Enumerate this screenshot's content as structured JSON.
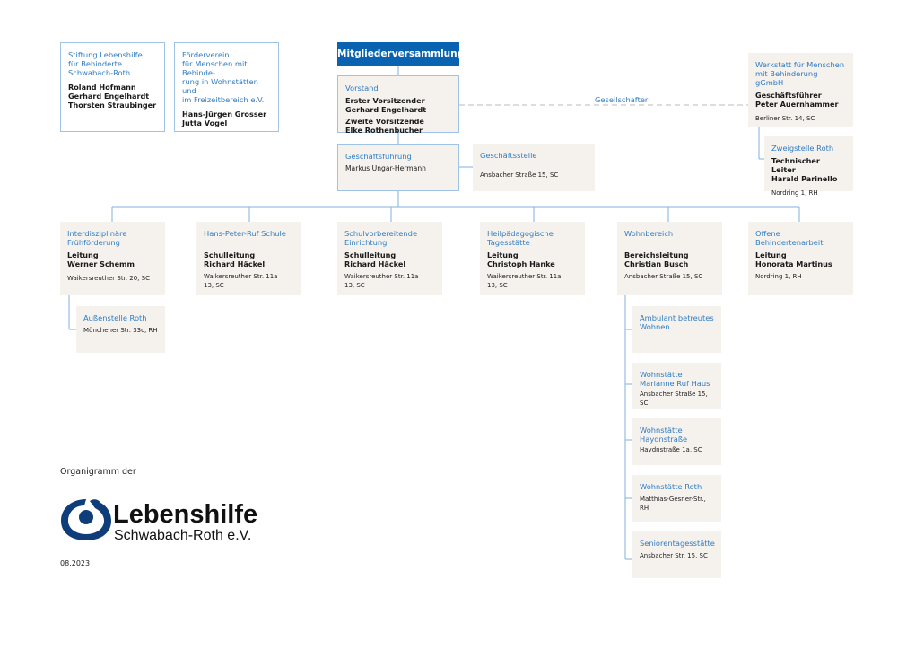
{
  "foundation": {
    "title": [
      "Stiftung Lebenshilfe"
    ],
    "subtitle": [
      "für Behinderte",
      "Schwabach-Roth"
    ],
    "names": [
      "Roland Hofmann",
      "Gerhard Engelhardt",
      "Thorsten Straubinger"
    ]
  },
  "support_club": {
    "title": [
      "Förderverein"
    ],
    "subtitle": [
      "für Menschen mit Behinde-",
      "rung in Wohnstätten und",
      "im Freizeitbereich e.V."
    ],
    "names": [
      "Hans-Jürgen Grosser",
      "Jutta Vogel"
    ]
  },
  "assembly": {
    "label": "Mitgliederversammlung"
  },
  "board": {
    "title": "Vorstand",
    "role1": "Erster Vorsitzender",
    "name1": "Gerhard Engelhardt",
    "role2": "Zweite Vorsitzende",
    "name2": "Elke Rothenbucher"
  },
  "shareholder_label": "Gesellschafter",
  "workshop": {
    "title": [
      "Werkstatt für Menschen",
      "mit Behinderung gGmbH"
    ],
    "role": "Geschäftsführer",
    "name": "Peter Auernhammer",
    "address": "Berliner Str. 14, SC"
  },
  "branch": {
    "title": "Zweigstelle Roth",
    "role": "Technischer Leiter",
    "name": "Harald Parinello",
    "address": "Nordring 1, RH"
  },
  "management": {
    "title": "Geschäftsführung",
    "name": "Markus Ungar-Hermann"
  },
  "office": {
    "title": "Geschäftsstelle",
    "address": "Ansbacher Straße 15, SC"
  },
  "departments": [
    {
      "title": [
        "Interdisziplinäre",
        "Frühförderung"
      ],
      "role": "Leitung",
      "name": "Werner Schemm",
      "address": "Waikersreuther Str. 20, SC"
    },
    {
      "title": [
        "Hans-Peter-Ruf Schule"
      ],
      "role": "Schulleitung",
      "name": "Richard Häckel",
      "address": "Waikersreuther Str. 11a – 13, SC"
    },
    {
      "title": [
        "Schulvorbereitende",
        "Einrichtung"
      ],
      "role": "Schulleitung",
      "name": "Richard Häckel",
      "address": "Waikersreuther Str. 11a – 13, SC"
    },
    {
      "title": [
        "Heilpädagogische",
        "Tagesstätte"
      ],
      "role": "Leitung",
      "name": "Christoph Hanke",
      "address": "Waikersreuther Str. 11a – 13, SC"
    },
    {
      "title": [
        "Wohnbereich"
      ],
      "role": "Bereichsleitung",
      "name": "Christian Busch",
      "address": "Ansbacher Straße 15, SC"
    },
    {
      "title": [
        "Offene",
        "Behindertenarbeit"
      ],
      "role": "Leitung",
      "name": "Honorata Martinus",
      "address": "Nordring 1, RH"
    }
  ],
  "outpost": {
    "title": "Außenstelle Roth",
    "address": "Münchener Str. 33c, RH"
  },
  "housing": [
    {
      "title": [
        "Ambulant betreutes",
        "Wohnen"
      ],
      "address": ""
    },
    {
      "title": [
        "Wohnstätte",
        "Marianne Ruf Haus"
      ],
      "address": "Ansbacher Straße 15, SC"
    },
    {
      "title": [
        "Wohnstätte",
        "Haydnstraße"
      ],
      "address": "Haydnstraße 1a, SC"
    },
    {
      "title": [
        "Wohnstätte Roth"
      ],
      "address": "Matthias-Gesner-Str., RH"
    },
    {
      "title": [
        "Seniorentagesstätte"
      ],
      "address": "Ansbacher Str. 15, SC"
    }
  ],
  "footer": {
    "caption": "Organigramm der",
    "logo_main": "Lebenshilfe",
    "logo_sub": "Schwabach-Roth e.V.",
    "date": "08.2023"
  },
  "colors": {
    "accent_blue": "#0a63b0",
    "title_blue": "#2f7cc2",
    "box_bg": "#f5f1ed",
    "line_blue": "#7fb2e0"
  }
}
